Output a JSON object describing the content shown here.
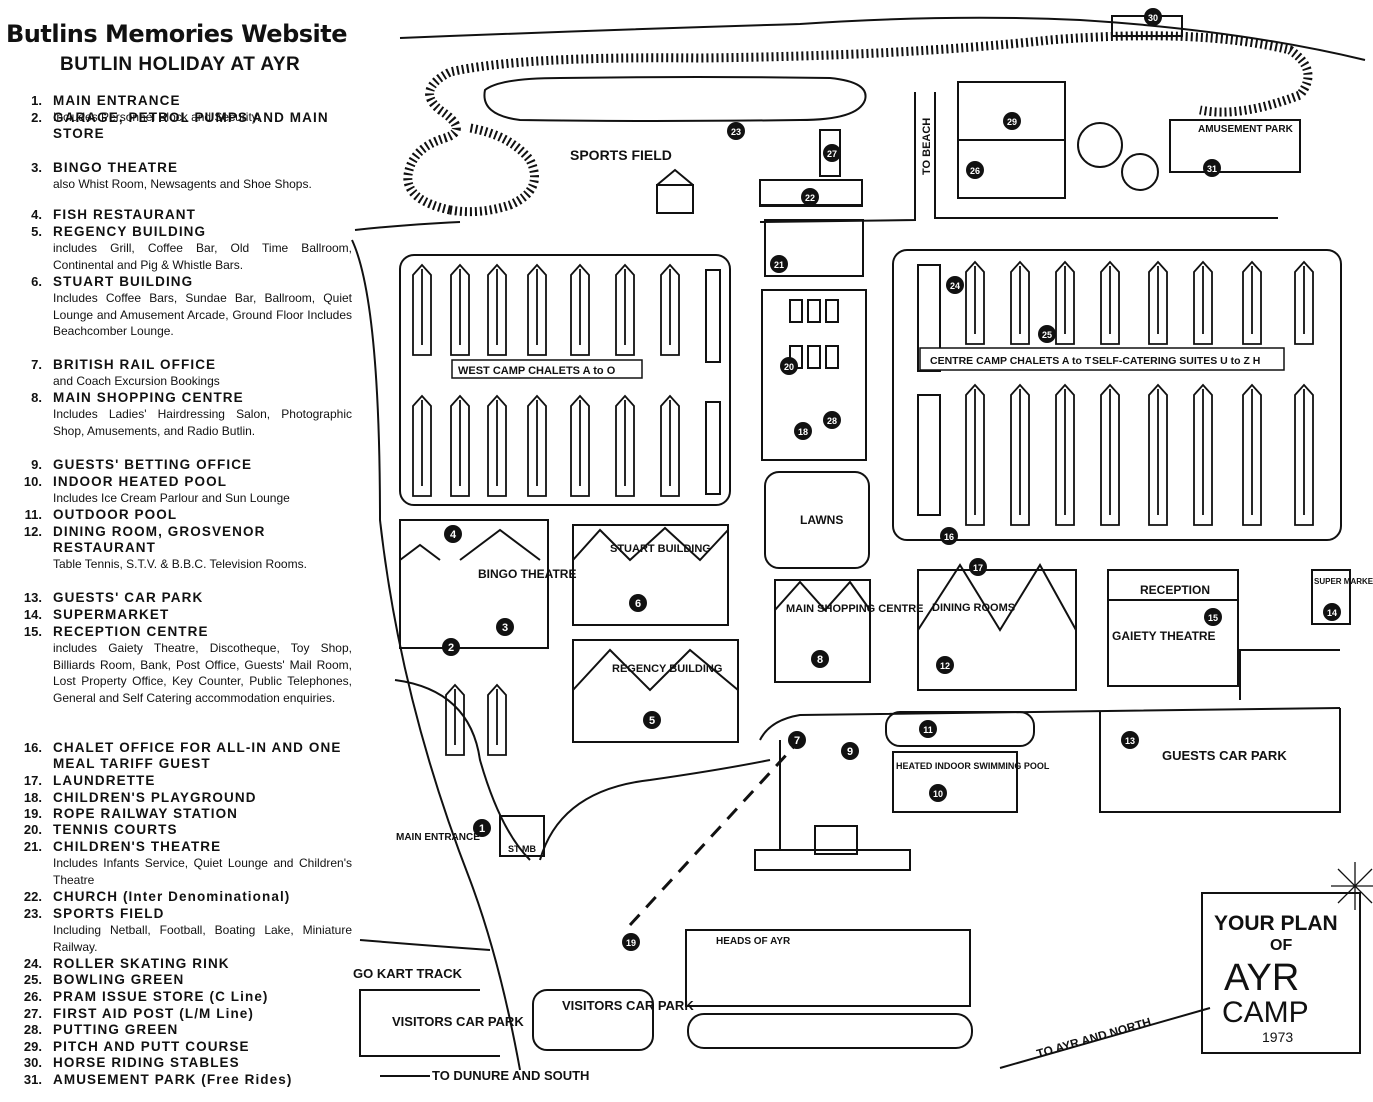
{
  "site_title": "Butlins Memories Website",
  "legend": {
    "title": "BUTLIN HOLIDAY AT AYR",
    "items": [
      {
        "n": "1.",
        "head": "MAIN ENTRANCE",
        "detail": "Includes Personnel Block and Security."
      },
      {
        "n": "2.",
        "head": "GARAGE, PETROL PUMPS AND MAIN STORE",
        "detail": ""
      },
      {
        "n": "3.",
        "head": "BINGO THEATRE",
        "detail": "also Whist Room, Newsagents and Shoe Shops."
      },
      {
        "n": "4.",
        "head": "FISH RESTAURANT",
        "detail": ""
      },
      {
        "n": "5.",
        "head": "REGENCY BUILDING",
        "detail": "includes Grill, Coffee Bar, Old Time Ballroom, Continental and Pig & Whistle Bars."
      },
      {
        "n": "6.",
        "head": "STUART BUILDING",
        "detail": "Includes Coffee Bars, Sundae Bar, Ballroom, Quiet Lounge and Amusement Arcade, Ground Floor Includes Beachcomber Lounge."
      },
      {
        "n": "7.",
        "head": "BRITISH RAIL OFFICE",
        "detail": "and Coach Excursion Bookings"
      },
      {
        "n": "8.",
        "head": "MAIN SHOPPING CENTRE",
        "detail": "Includes Ladies' Hairdressing Salon, Photographic Shop, Amusements, and Radio Butlin."
      },
      {
        "n": "9.",
        "head": "GUESTS' BETTING OFFICE",
        "detail": ""
      },
      {
        "n": "10.",
        "head": "INDOOR HEATED POOL",
        "detail": "Includes Ice Cream Parlour and Sun Lounge"
      },
      {
        "n": "11.",
        "head": "OUTDOOR POOL",
        "detail": ""
      },
      {
        "n": "12.",
        "head": "DINING ROOM, GROSVENOR RESTAURANT",
        "detail": "Table Tennis, S.T.V. & B.B.C. Television Rooms."
      },
      {
        "n": "13.",
        "head": "GUESTS' CAR PARK",
        "detail": ""
      },
      {
        "n": "14.",
        "head": "SUPERMARKET",
        "detail": ""
      },
      {
        "n": "15.",
        "head": "RECEPTION CENTRE",
        "detail": "includes Gaiety Theatre, Discotheque, Toy Shop, Billiards Room, Bank, Post Office, Guests' Mail Room, Lost Property Office, Key Counter, Public Telephones, General and Self Catering accommodation enquiries."
      },
      {
        "n": "16.",
        "head": "CHALET OFFICE FOR ALL-IN AND ONE MEAL TARIFF GUEST",
        "detail": ""
      },
      {
        "n": "17.",
        "head": "LAUNDRETTE",
        "detail": ""
      },
      {
        "n": "18.",
        "head": "CHILDREN'S PLAYGROUND",
        "detail": ""
      },
      {
        "n": "19.",
        "head": "ROPE RAILWAY STATION",
        "detail": ""
      },
      {
        "n": "20.",
        "head": "TENNIS COURTS",
        "detail": ""
      },
      {
        "n": "21.",
        "head": "CHILDREN'S THEATRE",
        "detail": "Includes Infants Service, Quiet Lounge and Children's Theatre"
      },
      {
        "n": "22.",
        "head": "CHURCH (Inter Denominational)",
        "detail": ""
      },
      {
        "n": "23.",
        "head": "SPORTS FIELD",
        "detail": "Including Netball, Football, Boating Lake, Miniature Railway."
      },
      {
        "n": "24.",
        "head": "ROLLER SKATING RINK",
        "detail": ""
      },
      {
        "n": "25.",
        "head": "BOWLING GREEN",
        "detail": ""
      },
      {
        "n": "26.",
        "head": "PRAM ISSUE STORE (C Line)",
        "detail": ""
      },
      {
        "n": "27.",
        "head": "FIRST AID POST (L/M Line)",
        "detail": ""
      },
      {
        "n": "28.",
        "head": "PUTTING GREEN",
        "detail": ""
      },
      {
        "n": "29.",
        "head": "PITCH AND PUTT COURSE",
        "detail": ""
      },
      {
        "n": "30.",
        "head": "HORSE RIDING STABLES",
        "detail": ""
      },
      {
        "n": "31.",
        "head": "AMUSEMENT PARK (Free Rides)",
        "detail": ""
      }
    ]
  },
  "map": {
    "labels": {
      "sports_field": "SPORTS FIELD",
      "to_beach": "TO BEACH",
      "amusement_park": "AMUSEMENT PARK",
      "west_camp": "WEST CAMP CHALETS A to O",
      "centre_camp": "CENTRE CAMP CHALETS A to T",
      "self_catering": "SELF-CATERING SUITES U to Z H",
      "lawns": "LAWNS",
      "bingo_theatre": "BINGO THEATRE",
      "stuart_building": "STUART BUILDING",
      "main_shopping_centre": "MAIN SHOPPING CENTRE",
      "dining_rooms": "DINING ROOMS",
      "reception": "RECEPTION",
      "gaiety_theatre": "GAIETY THEATRE",
      "supermarket": "SUPER MARKET",
      "regency_building": "REGENCY BUILDING",
      "heated_pool": "HEATED INDOOR SWIMMING POOL",
      "guests_car_park": "GUESTS CAR PARK",
      "main_entrance": "MAIN ENTRANCE",
      "heads_of_ayr": "HEADS OF AYR",
      "go_kart_track": "GO KART TRACK",
      "visitors_car_park_1": "VISITORS CAR PARK",
      "visitors_car_park_2": "VISITORS CAR PARK",
      "to_dunure": "TO DUNURE AND SOUTH",
      "to_ayr": "TO AYR AND NORTH",
      "st_mb": "ST MB",
      "plan_title_1": "YOUR PLAN",
      "plan_title_2": "OF",
      "plan_title_3": "AYR",
      "plan_title_4": "CAMP",
      "plan_year": "1973"
    },
    "markers": [
      "1",
      "2",
      "3",
      "4",
      "5",
      "6",
      "7",
      "8",
      "9",
      "10",
      "11",
      "12",
      "13",
      "14",
      "15",
      "16",
      "17",
      "18",
      "19",
      "20",
      "21",
      "22",
      "23",
      "24",
      "25",
      "26",
      "27",
      "28",
      "29",
      "30",
      "31"
    ]
  }
}
